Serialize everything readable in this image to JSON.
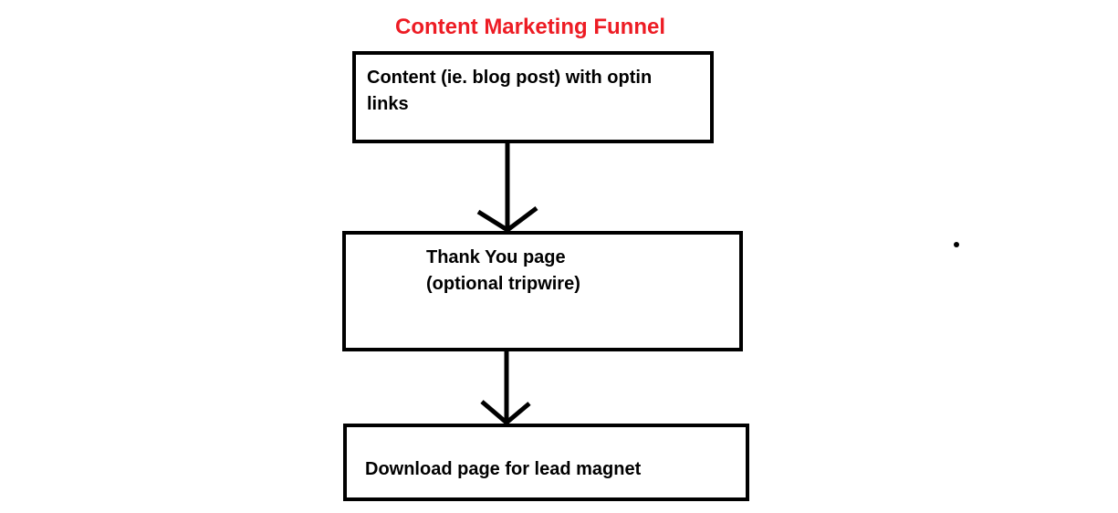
{
  "title": "Content Marketing Funnel",
  "title_color": "#ed1c24",
  "steps": [
    {
      "line1": "Content (ie. blog post) with optin",
      "line2": "links"
    },
    {
      "line1": "Thank You page",
      "line2": "(optional tripwire)"
    },
    {
      "line1": "Download page for lead magnet"
    }
  ],
  "icons": {
    "arrows": "arrow-down",
    "dot": "dot"
  }
}
